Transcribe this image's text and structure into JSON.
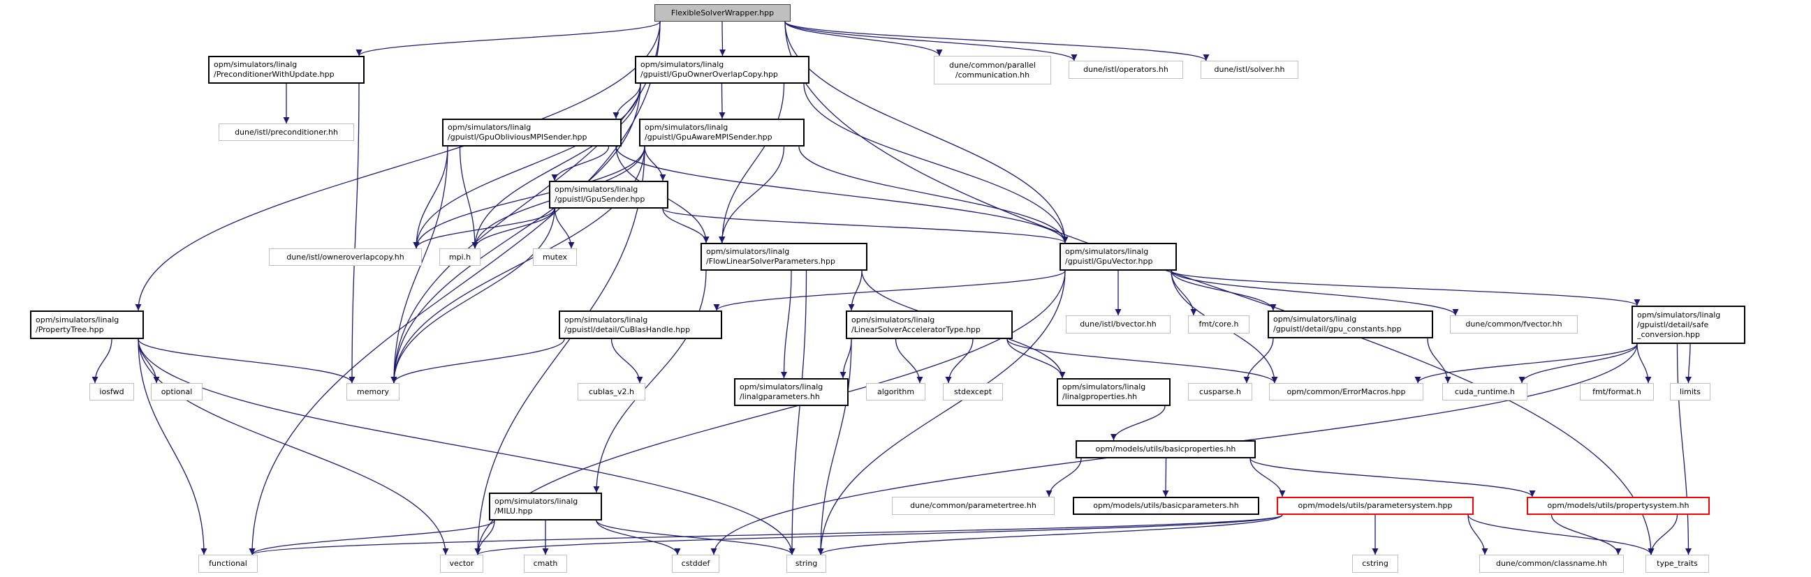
{
  "graph": {
    "edge_color": "#191970",
    "root_fill": "#bfbfbf",
    "nodes": [
      {
        "id": "fsw",
        "label": [
          "FlexibleSolverWrapper.hpp"
        ],
        "kind": "root"
      },
      {
        "id": "pwu",
        "label": [
          "opm/simulators/linalg",
          "/PreconditionerWithUpdate.hpp"
        ],
        "kind": "doc"
      },
      {
        "id": "gooc",
        "label": [
          "opm/simulators/linalg",
          "/gpuistl/GpuOwnerOverlapCopy.hpp"
        ],
        "kind": "doc"
      },
      {
        "id": "comm",
        "label": [
          "dune/common/parallel",
          "/communication.hh"
        ],
        "kind": "ext"
      },
      {
        "id": "ops",
        "label": [
          "dune/istl/operators.hh"
        ],
        "kind": "ext"
      },
      {
        "id": "solver",
        "label": [
          "dune/istl/solver.hh"
        ],
        "kind": "ext"
      },
      {
        "id": "prec",
        "label": [
          "dune/istl/preconditioner.hh"
        ],
        "kind": "ext"
      },
      {
        "id": "goms",
        "label": [
          "opm/simulators/linalg",
          "/gpuistl/GpuObliviousMPISender.hpp"
        ],
        "kind": "doc"
      },
      {
        "id": "gams",
        "label": [
          "opm/simulators/linalg",
          "/gpuistl/GpuAwareMPISender.hpp"
        ],
        "kind": "doc"
      },
      {
        "id": "gsend",
        "label": [
          "opm/simulators/linalg",
          "/gpuistl/GpuSender.hpp"
        ],
        "kind": "doc"
      },
      {
        "id": "ooc",
        "label": [
          "dune/istl/owneroverlapcopy.hh"
        ],
        "kind": "ext"
      },
      {
        "id": "mpi",
        "label": [
          "mpi.h"
        ],
        "kind": "ext"
      },
      {
        "id": "mutex",
        "label": [
          "mutex"
        ],
        "kind": "ext"
      },
      {
        "id": "flsp",
        "label": [
          "opm/simulators/linalg",
          "/FlowLinearSolverParameters.hpp"
        ],
        "kind": "doc"
      },
      {
        "id": "gvec",
        "label": [
          "opm/simulators/linalg",
          "/gpuistl/GpuVector.hpp"
        ],
        "kind": "doc"
      },
      {
        "id": "ptree",
        "label": [
          "opm/simulators/linalg",
          "/PropertyTree.hpp"
        ],
        "kind": "doc"
      },
      {
        "id": "iosfwd",
        "label": [
          "iosfwd"
        ],
        "kind": "ext"
      },
      {
        "id": "optional",
        "label": [
          "optional"
        ],
        "kind": "ext"
      },
      {
        "id": "memory",
        "label": [
          "memory"
        ],
        "kind": "ext"
      },
      {
        "id": "cublas",
        "label": [
          "opm/simulators/linalg",
          "/gpuistl/detail/CuBlasHandle.hpp"
        ],
        "kind": "doc"
      },
      {
        "id": "lsat",
        "label": [
          "opm/simulators/linalg",
          "/LinearSolverAcceleratorType.hpp"
        ],
        "kind": "doc"
      },
      {
        "id": "bvector",
        "label": [
          "dune/istl/bvector.hh"
        ],
        "kind": "ext"
      },
      {
        "id": "fmtcore",
        "label": [
          "fmt/core.h"
        ],
        "kind": "ext"
      },
      {
        "id": "gpuconst",
        "label": [
          "opm/simulators/linalg",
          "/gpuistl/detail/gpu_constants.hpp"
        ],
        "kind": "doc"
      },
      {
        "id": "fvector",
        "label": [
          "dune/common/fvector.hh"
        ],
        "kind": "ext"
      },
      {
        "id": "safeconv",
        "label": [
          "opm/simulators/linalg",
          "/gpuistl/detail/safe",
          "_conversion.hpp"
        ],
        "kind": "doc"
      },
      {
        "id": "cublasv2",
        "label": [
          "cublas_v2.h"
        ],
        "kind": "ext"
      },
      {
        "id": "linparams",
        "label": [
          "opm/simulators/linalg",
          "/linalgparameters.hh"
        ],
        "kind": "doc"
      },
      {
        "id": "algorithm",
        "label": [
          "algorithm"
        ],
        "kind": "ext"
      },
      {
        "id": "stdexcept",
        "label": [
          "stdexcept"
        ],
        "kind": "ext"
      },
      {
        "id": "linprops",
        "label": [
          "opm/simulators/linalg",
          "/linalgproperties.hh"
        ],
        "kind": "doc"
      },
      {
        "id": "cusparse",
        "label": [
          "cusparse.h"
        ],
        "kind": "ext"
      },
      {
        "id": "errmacros",
        "label": [
          "opm/common/ErrorMacros.hpp"
        ],
        "kind": "ext"
      },
      {
        "id": "cudart",
        "label": [
          "cuda_runtime.h"
        ],
        "kind": "ext"
      },
      {
        "id": "fmtformat",
        "label": [
          "fmt/format.h"
        ],
        "kind": "ext"
      },
      {
        "id": "limits",
        "label": [
          "limits"
        ],
        "kind": "ext"
      },
      {
        "id": "basicprops",
        "label": [
          "opm/models/utils/basicproperties.hh"
        ],
        "kind": "doc"
      },
      {
        "id": "milu",
        "label": [
          "opm/simulators/linalg",
          "/MILU.hpp"
        ],
        "kind": "doc"
      },
      {
        "id": "paramtree",
        "label": [
          "dune/common/parametertree.hh"
        ],
        "kind": "ext"
      },
      {
        "id": "basicparams",
        "label": [
          "opm/models/utils/basicparameters.hh"
        ],
        "kind": "doc"
      },
      {
        "id": "paramsys",
        "label": [
          "opm/models/utils/parametersystem.hpp"
        ],
        "kind": "red"
      },
      {
        "id": "propsys",
        "label": [
          "opm/models/utils/propertysystem.hh"
        ],
        "kind": "red"
      },
      {
        "id": "functional",
        "label": [
          "functional"
        ],
        "kind": "ext"
      },
      {
        "id": "vector",
        "label": [
          "vector"
        ],
        "kind": "ext"
      },
      {
        "id": "cmath",
        "label": [
          "cmath"
        ],
        "kind": "ext"
      },
      {
        "id": "cstddef",
        "label": [
          "cstddef"
        ],
        "kind": "ext"
      },
      {
        "id": "string",
        "label": [
          "string"
        ],
        "kind": "ext"
      },
      {
        "id": "cstring",
        "label": [
          "cstring"
        ],
        "kind": "ext"
      },
      {
        "id": "classname",
        "label": [
          "dune/common/classname.hh"
        ],
        "kind": "ext"
      },
      {
        "id": "typetraits",
        "label": [
          "type_traits"
        ],
        "kind": "ext"
      }
    ],
    "edges": [
      [
        "fsw",
        "pwu"
      ],
      [
        "fsw",
        "gooc"
      ],
      [
        "fsw",
        "comm"
      ],
      [
        "fsw",
        "ops"
      ],
      [
        "fsw",
        "solver"
      ],
      [
        "fsw",
        "typetraits"
      ],
      [
        "fsw",
        "ptree"
      ],
      [
        "fsw",
        "memory"
      ],
      [
        "fsw",
        "functional"
      ],
      [
        "fsw",
        "gvec"
      ],
      [
        "pwu",
        "prec"
      ],
      [
        "pwu",
        "memory"
      ],
      [
        "gooc",
        "goms"
      ],
      [
        "gooc",
        "gams"
      ],
      [
        "gooc",
        "gvec"
      ],
      [
        "gooc",
        "ooc"
      ],
      [
        "gooc",
        "mpi"
      ],
      [
        "gooc",
        "flsp"
      ],
      [
        "gooc",
        "memory"
      ],
      [
        "goms",
        "ooc"
      ],
      [
        "goms",
        "mpi"
      ],
      [
        "goms",
        "gsend"
      ],
      [
        "goms",
        "flsp"
      ],
      [
        "goms",
        "gvec"
      ],
      [
        "goms",
        "memory"
      ],
      [
        "gams",
        "ooc"
      ],
      [
        "gams",
        "mpi"
      ],
      [
        "gams",
        "gsend"
      ],
      [
        "gams",
        "flsp"
      ],
      [
        "gams",
        "gvec"
      ],
      [
        "gams",
        "memory"
      ],
      [
        "gams",
        "vector"
      ],
      [
        "gsend",
        "ooc"
      ],
      [
        "gsend",
        "mpi"
      ],
      [
        "gsend",
        "mutex"
      ],
      [
        "gsend",
        "flsp"
      ],
      [
        "gsend",
        "gvec"
      ],
      [
        "gsend",
        "memory"
      ],
      [
        "flsp",
        "lsat"
      ],
      [
        "flsp",
        "linparams"
      ],
      [
        "flsp",
        "linprops"
      ],
      [
        "flsp",
        "string"
      ],
      [
        "flsp",
        "milu"
      ],
      [
        "gvec",
        "cublas"
      ],
      [
        "gvec",
        "vector"
      ],
      [
        "gvec",
        "bvector"
      ],
      [
        "gvec",
        "fmtcore"
      ],
      [
        "gvec",
        "gpuconst"
      ],
      [
        "gvec",
        "fvector"
      ],
      [
        "gvec",
        "safeconv"
      ],
      [
        "gvec",
        "errmacros"
      ],
      [
        "gvec",
        "string"
      ],
      [
        "cublas",
        "memory"
      ],
      [
        "cublas",
        "cublasv2"
      ],
      [
        "lsat",
        "linparams"
      ],
      [
        "lsat",
        "algorithm"
      ],
      [
        "lsat",
        "stdexcept"
      ],
      [
        "lsat",
        "linprops"
      ],
      [
        "lsat",
        "errmacros"
      ],
      [
        "lsat",
        "string"
      ],
      [
        "gpuconst",
        "cusparse"
      ],
      [
        "gpuconst",
        "cudart"
      ],
      [
        "safeconv",
        "errmacros"
      ],
      [
        "safeconv",
        "cudart"
      ],
      [
        "safeconv",
        "fmtformat"
      ],
      [
        "safeconv",
        "limits"
      ],
      [
        "safeconv",
        "typetraits"
      ],
      [
        "safeconv",
        "cstddef"
      ],
      [
        "linprops",
        "basicprops"
      ],
      [
        "basicprops",
        "paramtree"
      ],
      [
        "basicprops",
        "basicparams"
      ],
      [
        "basicprops",
        "paramsys"
      ],
      [
        "basicprops",
        "propsys"
      ],
      [
        "paramsys",
        "functional"
      ],
      [
        "paramsys",
        "vector"
      ],
      [
        "paramsys",
        "string"
      ],
      [
        "paramsys",
        "cstring"
      ],
      [
        "paramsys",
        "classname"
      ],
      [
        "paramsys",
        "typetraits"
      ],
      [
        "propsys",
        "classname"
      ],
      [
        "propsys",
        "typetraits"
      ],
      [
        "ptree",
        "iosfwd"
      ],
      [
        "ptree",
        "optional"
      ],
      [
        "ptree",
        "memory"
      ],
      [
        "ptree",
        "functional"
      ],
      [
        "ptree",
        "vector"
      ],
      [
        "ptree",
        "string"
      ],
      [
        "milu",
        "functional"
      ],
      [
        "milu",
        "vector"
      ],
      [
        "milu",
        "cmath"
      ],
      [
        "milu",
        "cstddef"
      ],
      [
        "milu",
        "string"
      ]
    ]
  }
}
